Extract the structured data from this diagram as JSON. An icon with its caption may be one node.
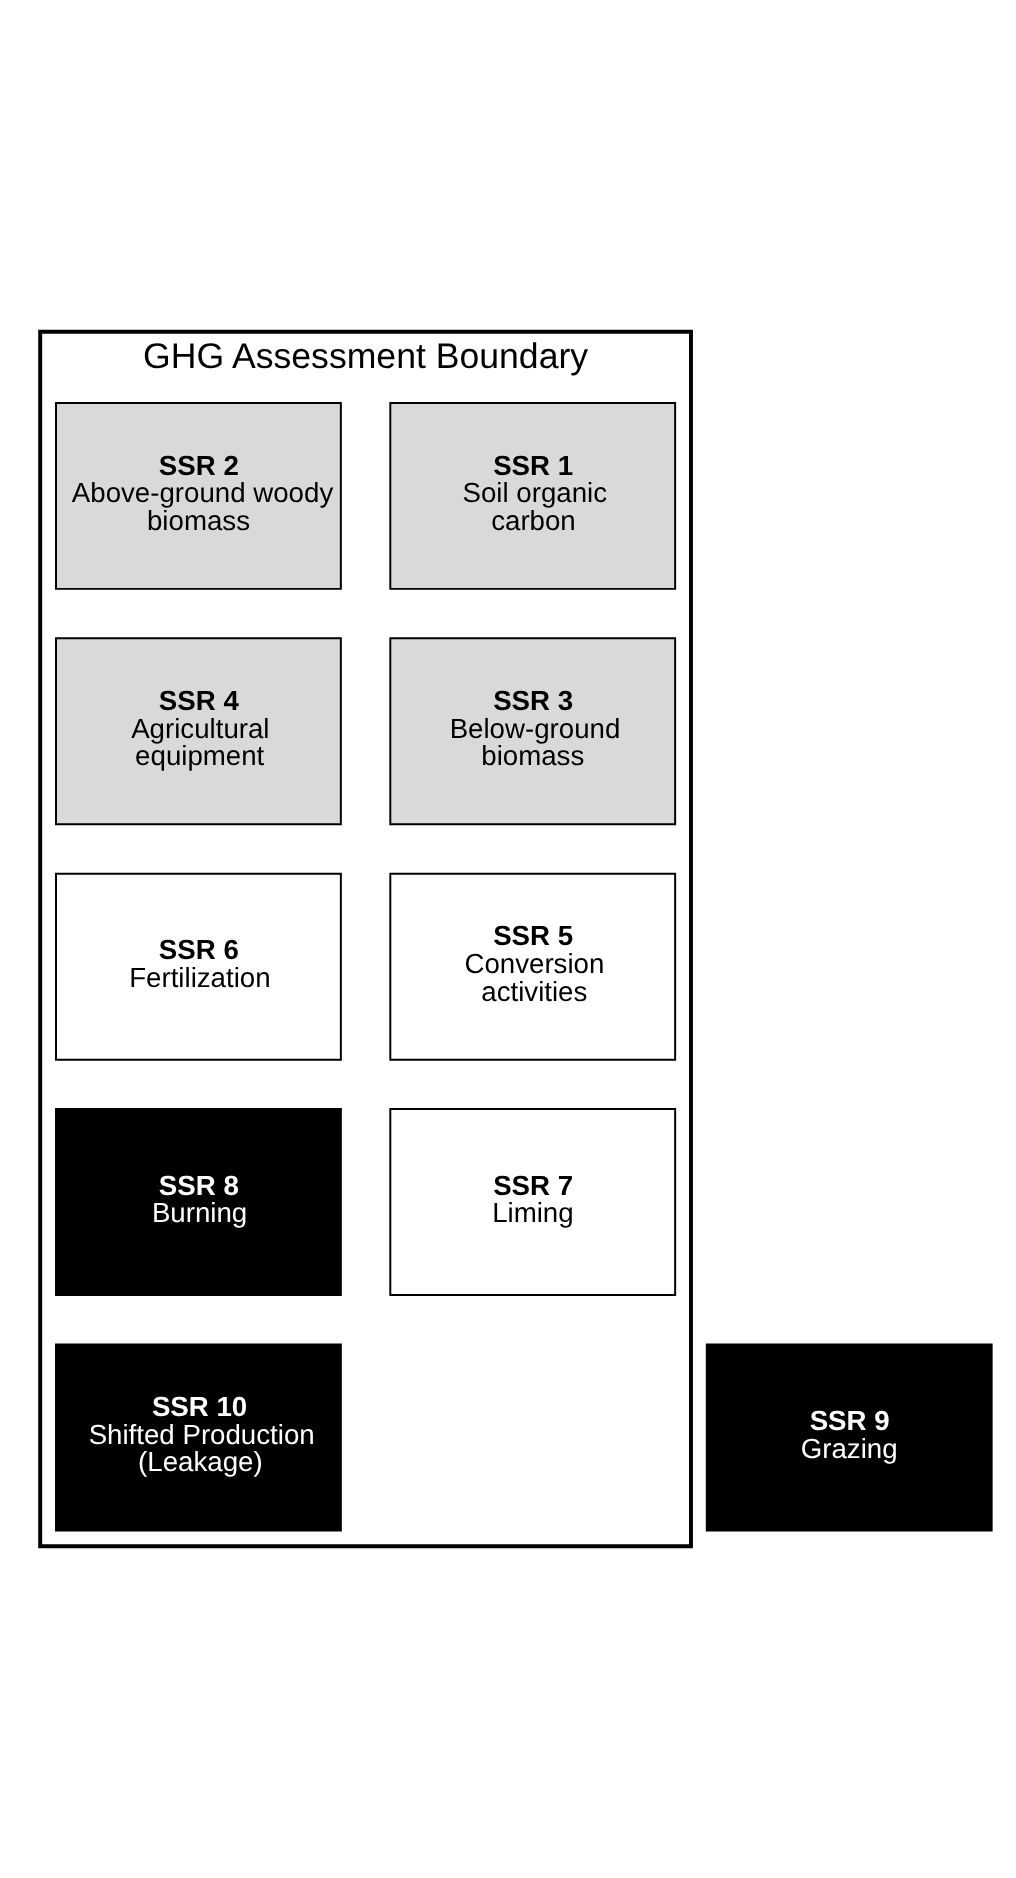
{
  "diagram": {
    "nodes": [
      {
        "text": [
          "GHG Assessment Boundary"
        ]
      },
      {
        "text": [
          "SSR 1",
          "Soil organic carbon"
        ],
        "in": 0
      },
      {
        "text": [
          "SSR 2",
          "Above-ground woody biomass"
        ],
        "in": 0
      },
      {
        "text": [
          "SSR 3",
          "Below-ground biomass"
        ],
        "in": 0
      },
      {
        "text": [
          "SSR 4",
          "Agricultural equipment"
        ],
        "in": 0
      },
      {
        "text": [
          "SSR 5",
          "Conversion activities"
        ],
        "in": 0
      },
      {
        "text": [
          "SSR 6",
          "Fertilization"
        ],
        "in": 0
      },
      {
        "text": [
          "SSR 7",
          "Liming"
        ],
        "in": 0
      },
      {
        "text": [
          "SSR 8",
          "Burning"
        ],
        "in": 0
      },
      {
        "text": [
          "SSR 9",
          "Grazing"
        ]
      },
      {
        "text": [
          "SSR 10",
          "Shifted Production (Leakage)"
        ],
        "in": 0
      }
    ],
    "edges": []
  }
}
